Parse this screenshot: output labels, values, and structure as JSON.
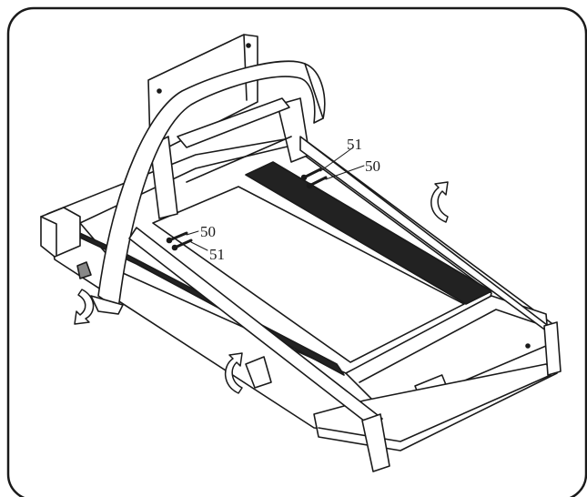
{
  "callouts": {
    "upper_screw": "51",
    "upper_washer": "50",
    "lower_washer": "50",
    "lower_screw": "51"
  },
  "colors": {
    "line": "#1a1a1a",
    "belt": "#222222",
    "frame_border": "#1a1a1a",
    "background": "#ffffff"
  },
  "icons": {
    "rotation_arrows": [
      "curved-arrow-up-icon",
      "curved-arrow-down-icon",
      "curved-arrow-up-icon"
    ]
  }
}
